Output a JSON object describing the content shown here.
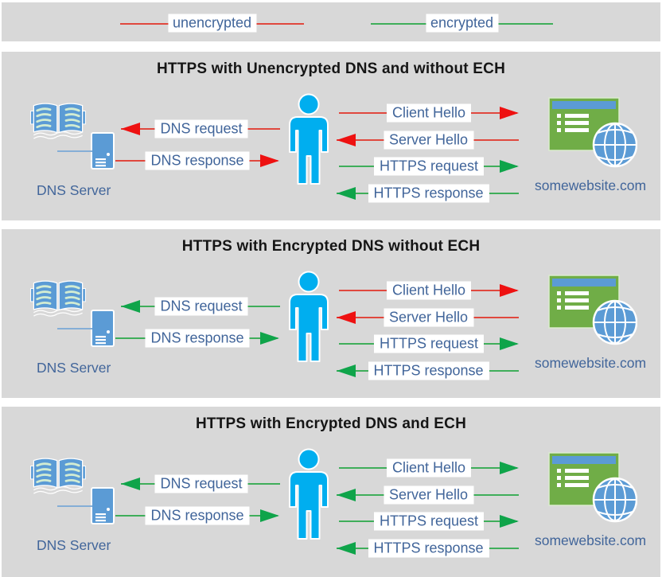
{
  "colors": {
    "panel_bg": "#d8d8d8",
    "unencrypted_line": "#e0483e",
    "unencrypted_arrowhead": "#ee1111",
    "encrypted_line": "#3fae5a",
    "encrypted_arrowhead": "#0fa44a",
    "label_text": "#41659a",
    "title_text": "#151515",
    "person_blue": "#00aeef",
    "icon_blue": "#5b9bd5",
    "website_green": "#70ad47"
  },
  "legend": {
    "items": [
      {
        "label": "unencrypted",
        "color": "red"
      },
      {
        "label": "encrypted",
        "color": "green"
      }
    ]
  },
  "panels": [
    {
      "title": "HTTPS with Unencrypted DNS and without ECH",
      "dns_server_label": "DNS Server",
      "website_label": "somewebsite.com",
      "arrows": {
        "dns_request": {
          "label": "DNS request",
          "color": "red",
          "direction": "left"
        },
        "dns_response": {
          "label": "DNS response",
          "color": "red",
          "direction": "right"
        },
        "client_hello": {
          "label": "Client Hello",
          "color": "red",
          "direction": "right"
        },
        "server_hello": {
          "label": "Server Hello",
          "color": "red",
          "direction": "left"
        },
        "https_request": {
          "label": "HTTPS request",
          "color": "green",
          "direction": "right"
        },
        "https_response": {
          "label": "HTTPS response",
          "color": "green",
          "direction": "left"
        }
      }
    },
    {
      "title": "HTTPS with Encrypted DNS without ECH",
      "dns_server_label": "DNS Server",
      "website_label": "somewebsite.com",
      "arrows": {
        "dns_request": {
          "label": "DNS request",
          "color": "green",
          "direction": "left"
        },
        "dns_response": {
          "label": "DNS response",
          "color": "green",
          "direction": "right"
        },
        "client_hello": {
          "label": "Client Hello",
          "color": "red",
          "direction": "right"
        },
        "server_hello": {
          "label": "Server Hello",
          "color": "red",
          "direction": "left"
        },
        "https_request": {
          "label": "HTTPS request",
          "color": "green",
          "direction": "right"
        },
        "https_response": {
          "label": "HTTPS response",
          "color": "green",
          "direction": "left"
        }
      }
    },
    {
      "title": "HTTPS with Encrypted DNS and ECH",
      "dns_server_label": "DNS Server",
      "website_label": "somewebsite.com",
      "arrows": {
        "dns_request": {
          "label": "DNS request",
          "color": "green",
          "direction": "left"
        },
        "dns_response": {
          "label": "DNS response",
          "color": "green",
          "direction": "right"
        },
        "client_hello": {
          "label": "Client Hello",
          "color": "green",
          "direction": "right"
        },
        "server_hello": {
          "label": "Server Hello",
          "color": "green",
          "direction": "left"
        },
        "https_request": {
          "label": "HTTPS request",
          "color": "green",
          "direction": "right"
        },
        "https_response": {
          "label": "HTTPS response",
          "color": "green",
          "direction": "left"
        }
      }
    }
  ]
}
